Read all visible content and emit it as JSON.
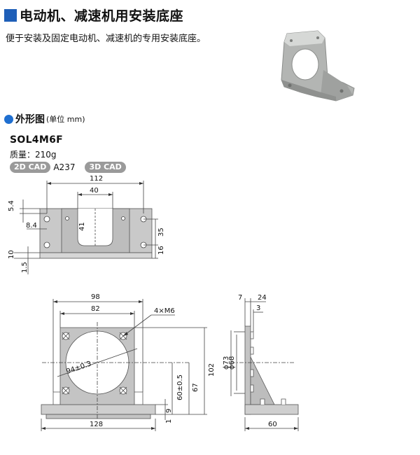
{
  "header": {
    "title": "电动机、减速机用安装底座",
    "description": "便于安装及固定电动机、减速机的专用安装底座。"
  },
  "section": {
    "title": "外形图",
    "unit": "(单位 mm)"
  },
  "product": {
    "model": "SOL4M6F",
    "mass": "质量：210g",
    "cad_2d_label": "2D CAD",
    "cad_2d_code": "A237",
    "cad_3d_label": "3D CAD"
  },
  "top_view": {
    "dim_overall": "112",
    "dim_slot": "40",
    "dim_5_4": "5.4",
    "dim_8_4": "8.4",
    "dim_41": "41",
    "dim_35": "35",
    "dim_16": "16",
    "dim_10": "10",
    "dim_1_5": "1.5"
  },
  "front_view": {
    "dim_98": "98",
    "dim_82": "82",
    "dim_holes": "4×M6",
    "dim_pcd": "94±0.3",
    "dim_60": "60±0.5",
    "dim_67": "67",
    "dim_102": "102",
    "dim_9": "9",
    "dim_1": "1",
    "dim_128": "128"
  },
  "side_view": {
    "dim_7": "7",
    "dim_24": "24",
    "dim_3": "3",
    "dim_73": "ϕ73",
    "dim_68": "ϕ68",
    "dim_60": "60"
  },
  "colors": {
    "accent": "#1f5fb8",
    "part_fill": "#c8c8c8",
    "part_stroke": "#555555",
    "cad_pill": "#9a9a9a"
  }
}
